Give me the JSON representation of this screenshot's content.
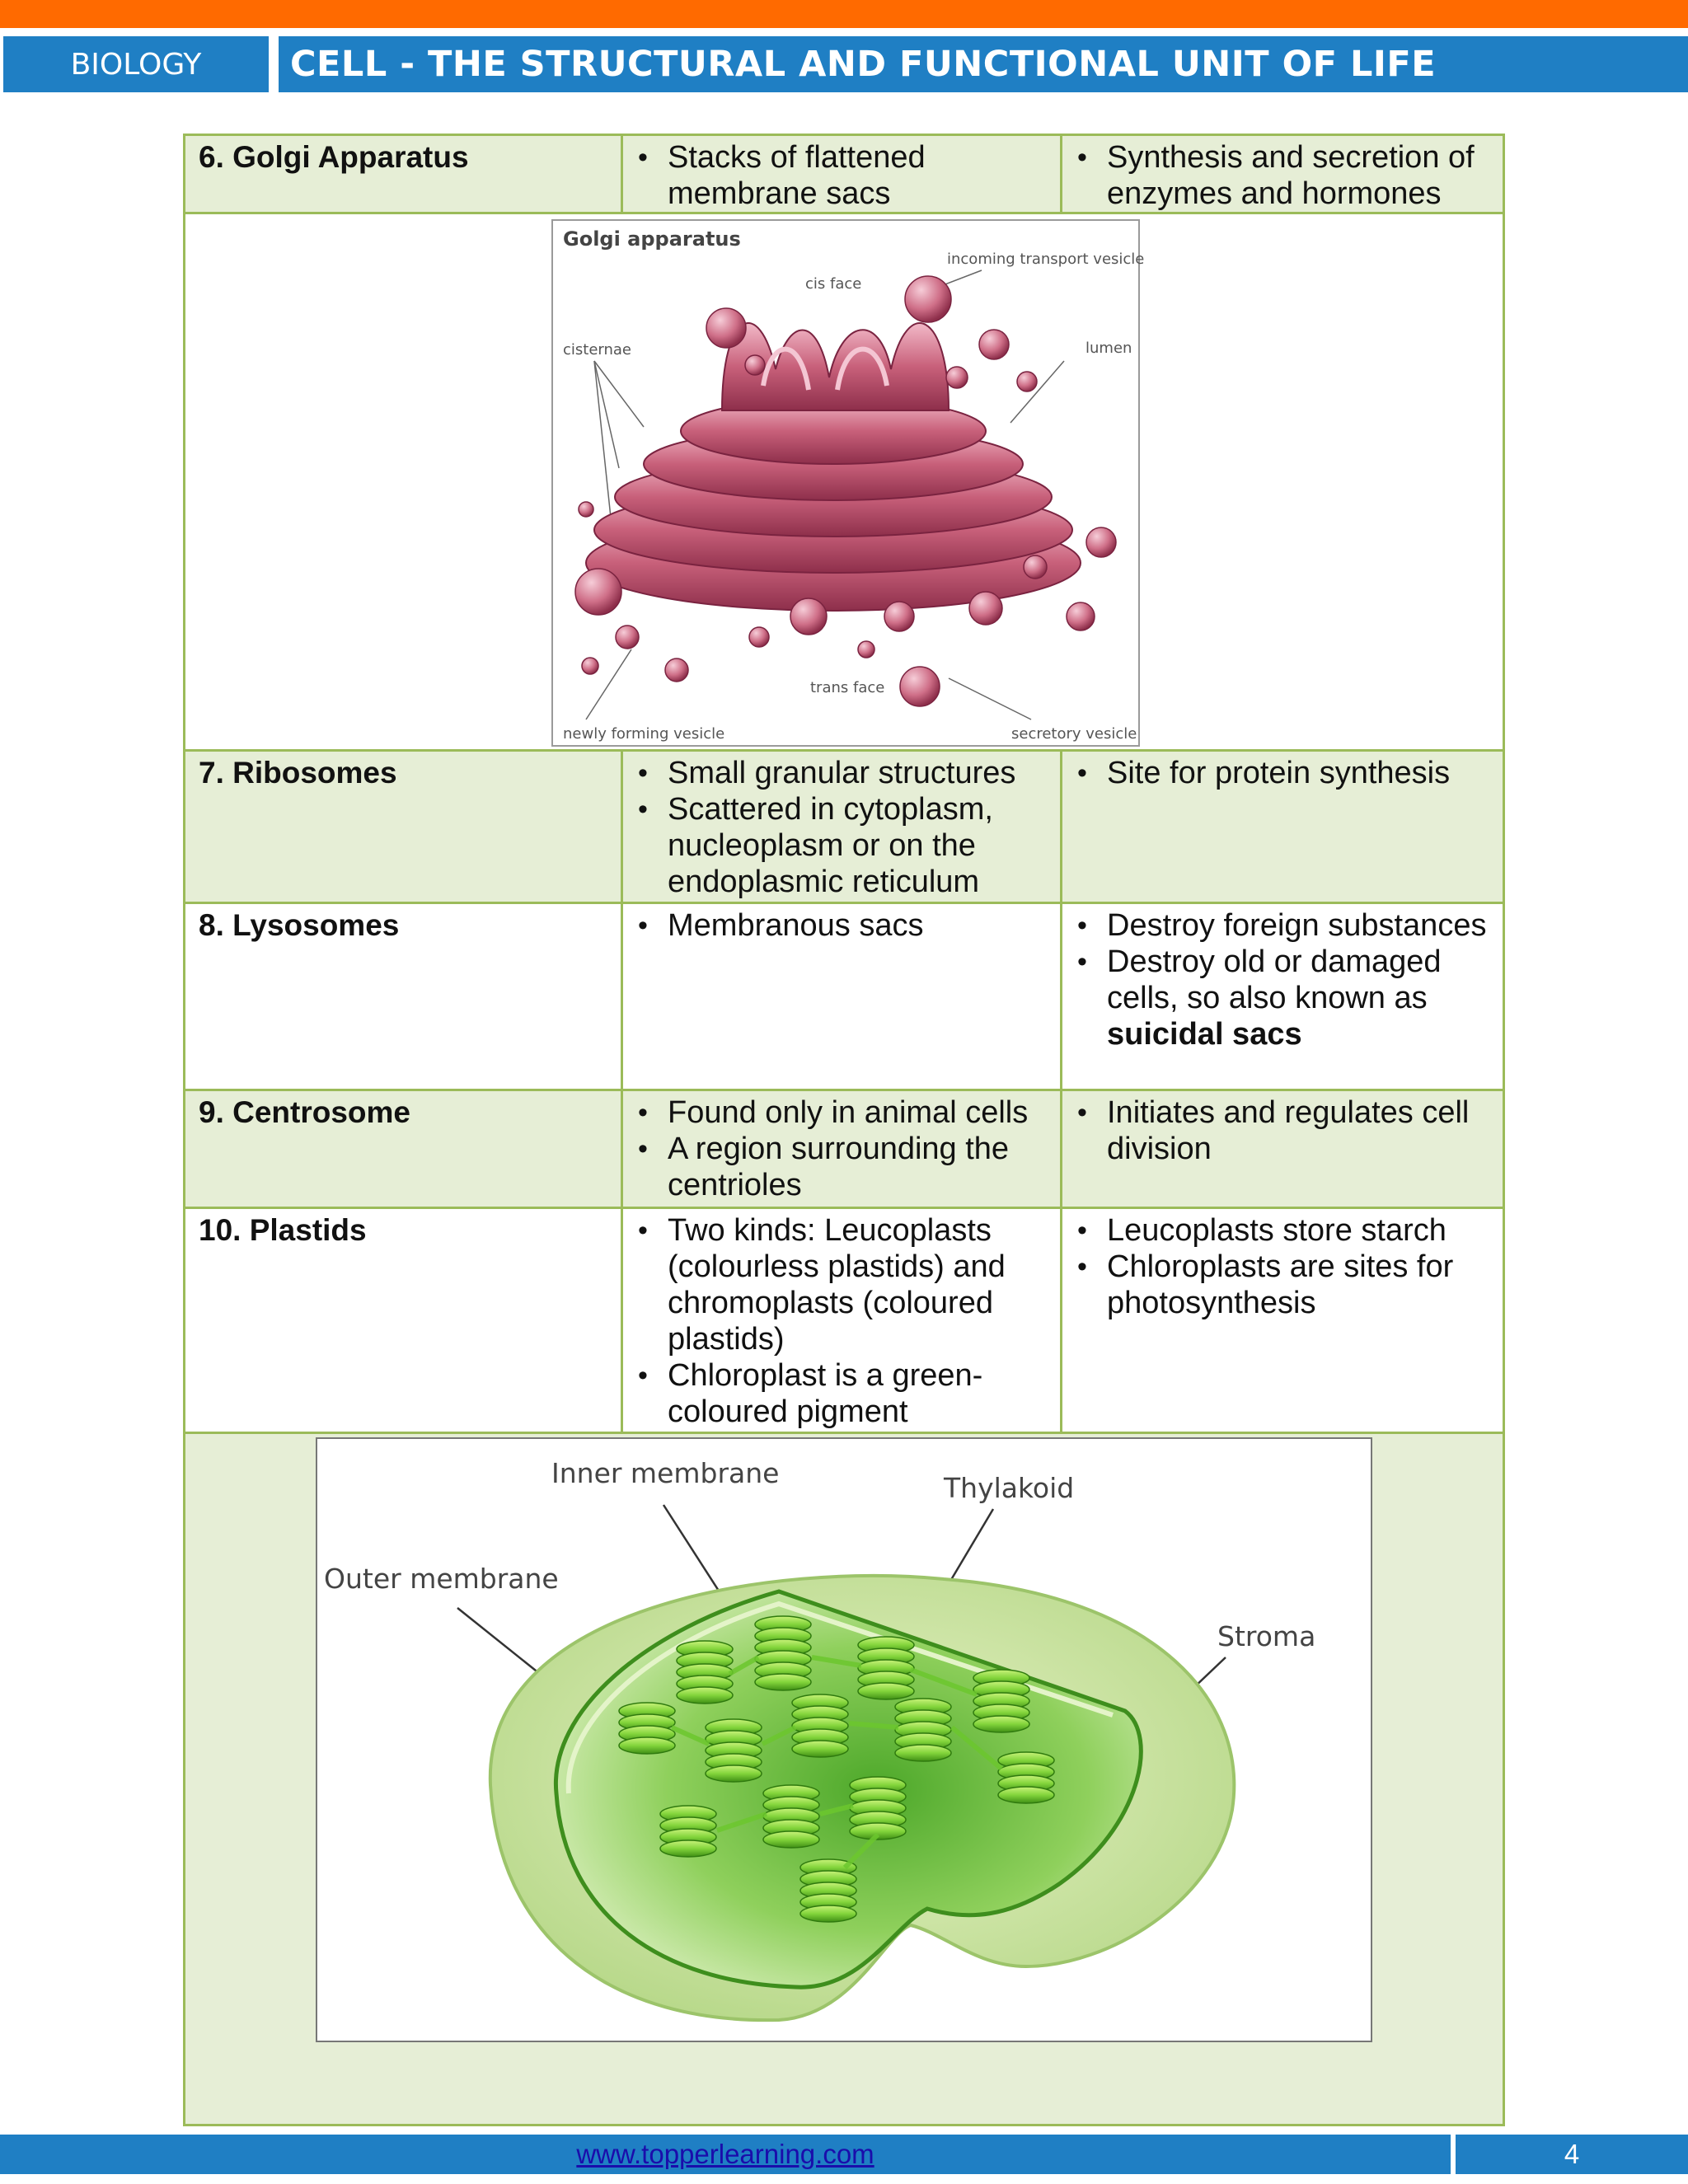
{
  "header": {
    "subject": "BIOLOGY",
    "title": "CELL - THE STRUCTURAL AND FUNCTIONAL UNIT OF LIFE"
  },
  "rows": [
    {
      "name": "6. Golgi Apparatus",
      "structure": [
        "Stacks of flattened membrane sacs"
      ],
      "function": [
        "Synthesis and secretion of enzymes and hormones"
      ]
    },
    {
      "name": "7. Ribosomes",
      "structure": [
        "Small granular structures",
        "Scattered in cytoplasm, nucleoplasm or on the endoplasmic reticulum"
      ],
      "function": [
        "Site for protein synthesis"
      ]
    },
    {
      "name": "8. Lysosomes",
      "structure": [
        "Membranous sacs"
      ],
      "function": [
        "Destroy foreign substances",
        "Destroy old or damaged cells, so also known as"
      ],
      "function_bold": "suicidal sacs"
    },
    {
      "name": "9. Centrosome",
      "structure": [
        "Found only in animal cells",
        "A region surrounding the centrioles"
      ],
      "function": [
        "Initiates and regulates cell division"
      ]
    },
    {
      "name": "10. Plastids",
      "structure": [
        "Two kinds: Leucoplasts (colourless plastids) and chromoplasts (coloured plastids)",
        "Chloroplast is a green-coloured pigment"
      ],
      "function": [
        "Leucoplasts store starch",
        "Chloroplasts are sites for photosynthesis"
      ]
    }
  ],
  "golgi_figure": {
    "title": "Golgi apparatus",
    "labels": {
      "cis_face": "cis face",
      "incoming": "incoming transport vesicle",
      "cisternae": "cisternae",
      "lumen": "lumen",
      "trans_face": "trans face",
      "newly_forming": "newly forming vesicle",
      "secretory": "secretory vesicle"
    },
    "colors": {
      "body": "#c8607a",
      "dark": "#8e2f4b",
      "light": "#f0b4c4"
    }
  },
  "chloroplast_figure": {
    "labels": {
      "inner_membrane": "Inner membrane",
      "thylakoid": "Thylakoid",
      "outer_membrane": "Outer membrane",
      "stroma": "Stroma"
    },
    "colors": {
      "outer": "#cfe3a4",
      "inner": "#8fce5a",
      "stack": "#7bd33a",
      "stack_dark": "#4a9e1c"
    }
  },
  "footer": {
    "url": "www.topperlearning.com",
    "page": "4"
  }
}
